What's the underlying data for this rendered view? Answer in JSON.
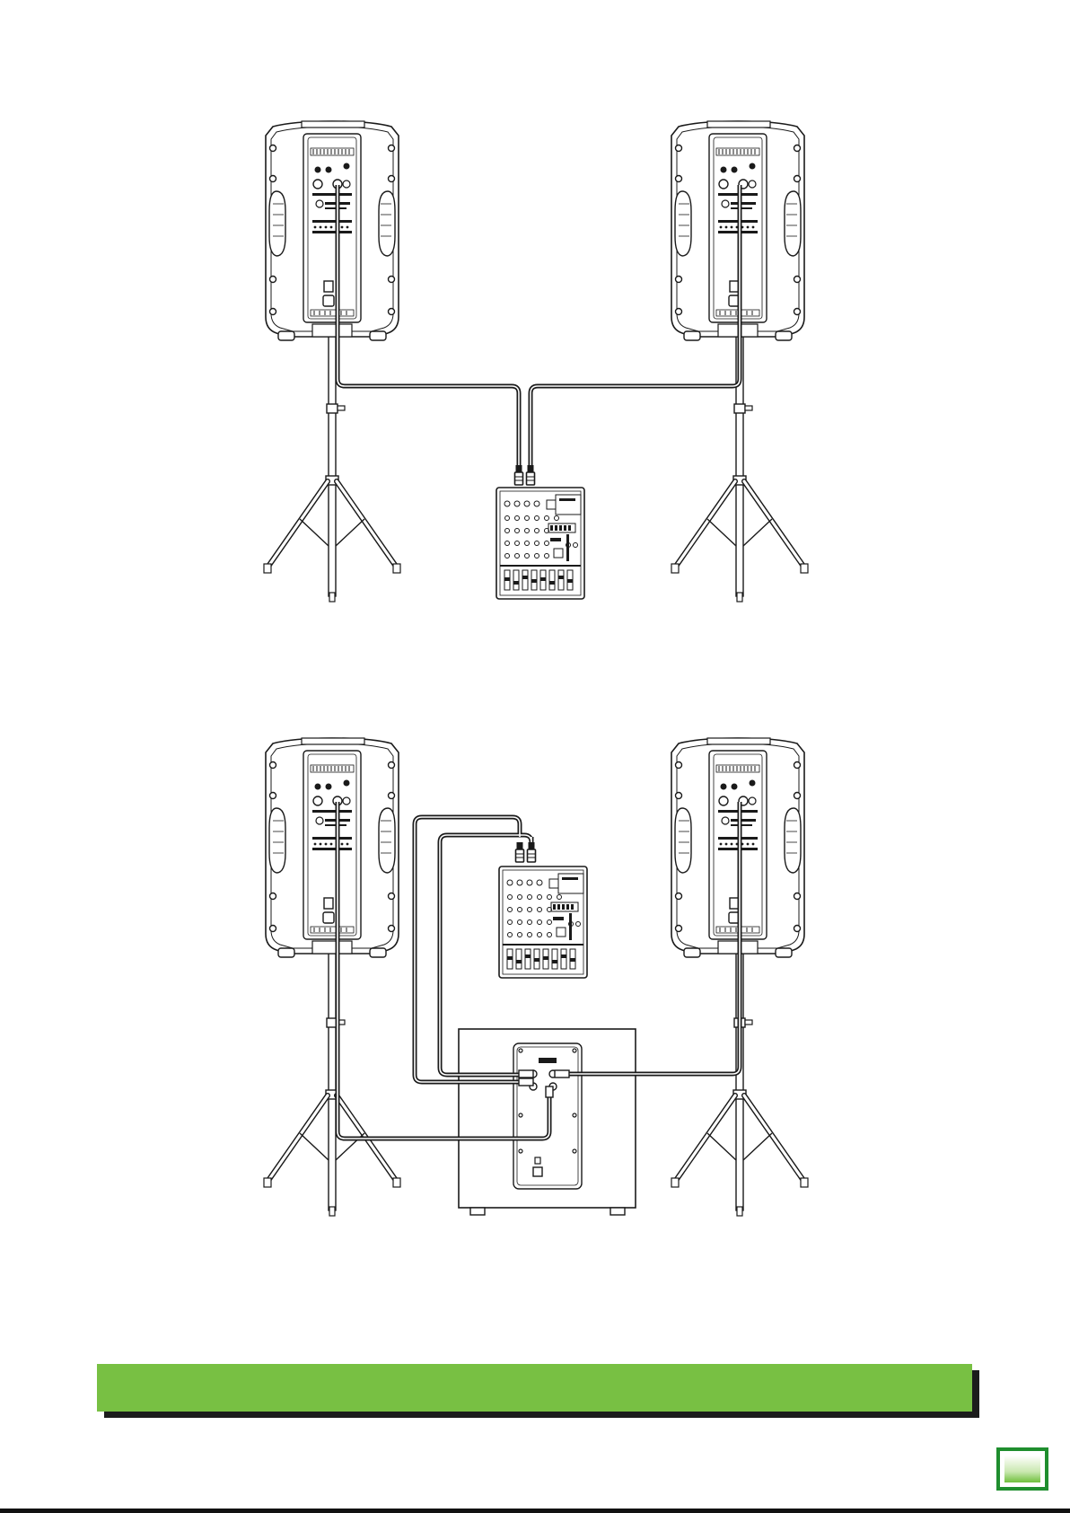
{
  "diagram": {
    "top_setup": {
      "components": [
        "loudspeaker-left",
        "loudspeaker-right",
        "mixer"
      ],
      "connections": [
        {
          "from": "mixer",
          "to": "loudspeaker-left"
        },
        {
          "from": "mixer",
          "to": "loudspeaker-right"
        }
      ]
    },
    "bottom_setup": {
      "components": [
        "loudspeaker-left",
        "loudspeaker-right",
        "mixer",
        "subwoofer"
      ],
      "connections": [
        {
          "from": "mixer",
          "to": "subwoofer"
        },
        {
          "from": "mixer",
          "to": "subwoofer"
        },
        {
          "from": "subwoofer",
          "to": "loudspeaker-left"
        },
        {
          "from": "subwoofer",
          "to": "loudspeaker-right"
        }
      ]
    }
  },
  "colors": {
    "line": "#1a1a1a",
    "bar_green": "#78c043",
    "page_box_green": "#1f8e2e"
  }
}
